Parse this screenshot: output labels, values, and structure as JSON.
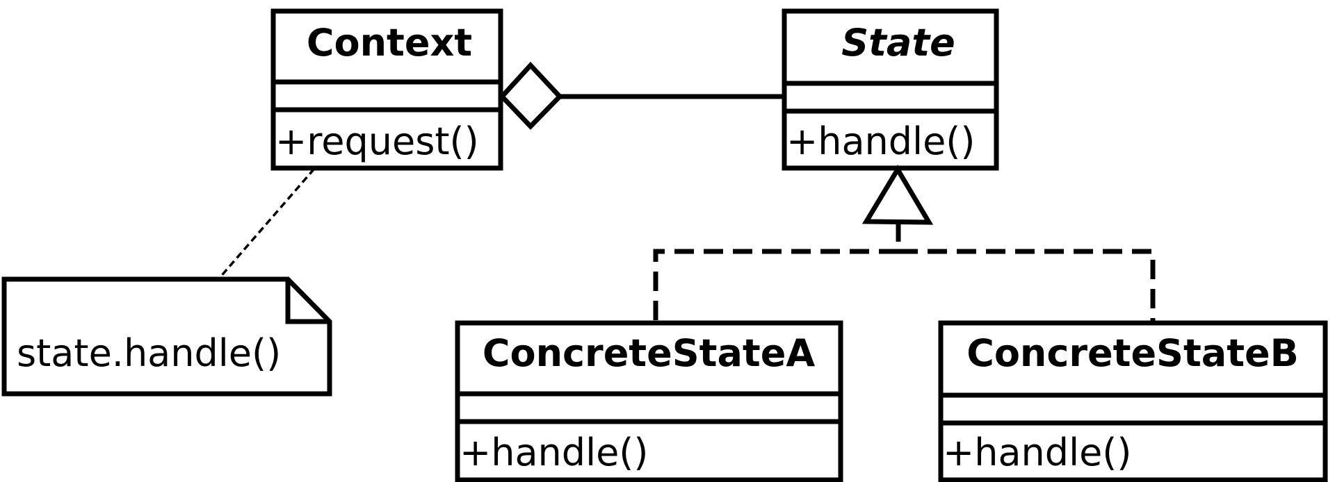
{
  "classes": {
    "context": {
      "name": "Context",
      "method": "+request()"
    },
    "state": {
      "name": "State",
      "method": "+handle()"
    },
    "concrete_a": {
      "name": "ConcreteStateA",
      "method": "+handle()"
    },
    "concrete_b": {
      "name": "ConcreteStateB",
      "method": "+handle()"
    }
  },
  "note": {
    "text": "state.handle()"
  },
  "colors": {
    "stroke": "#000000",
    "fill": "#ffffff"
  },
  "relations": [
    {
      "from": "context",
      "to": "state",
      "type": "aggregation"
    },
    {
      "from": "concrete_a",
      "to": "state",
      "type": "realization"
    },
    {
      "from": "concrete_b",
      "to": "state",
      "type": "realization"
    },
    {
      "from": "note",
      "to": "context",
      "type": "note-anchor"
    }
  ]
}
